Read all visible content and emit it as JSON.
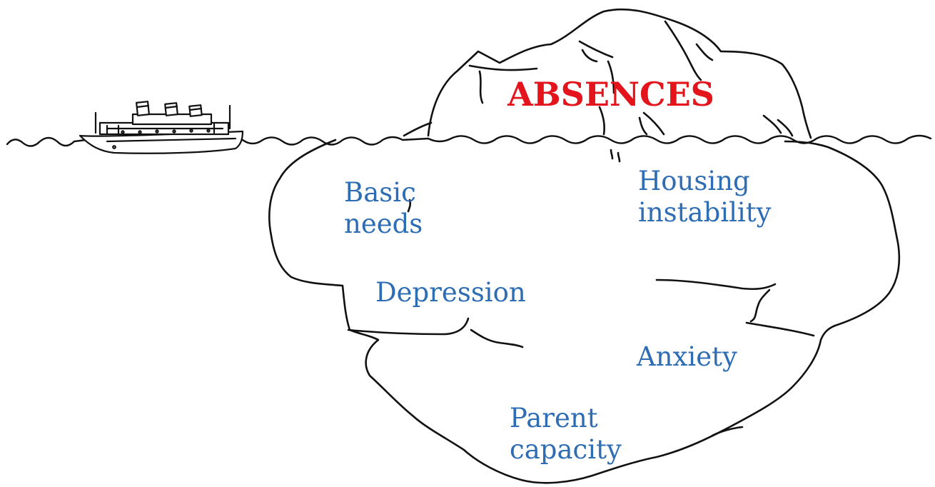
{
  "diagram": {
    "title": "ABSENCES",
    "labels": {
      "basic_needs": [
        "Basic",
        "needs"
      ],
      "housing_instability": [
        "Housing",
        "instability"
      ],
      "depression": [
        "Depression"
      ],
      "anxiety": [
        "Anxiety"
      ],
      "parent_capacity": [
        "Parent",
        "capacity"
      ]
    }
  },
  "colors": {
    "title": "#e3141b",
    "label": "#2e6db4",
    "ink": "#111111",
    "background": "#ffffff"
  },
  "icons": {
    "ship": "steamship-icon",
    "iceberg": "iceberg-icon",
    "water": "waterline-icon"
  }
}
